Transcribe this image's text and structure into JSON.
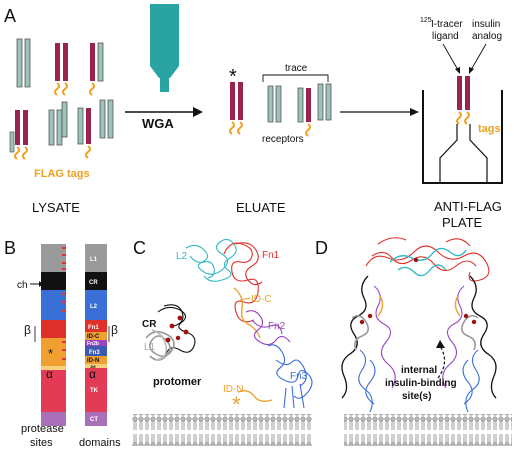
{
  "panels": {
    "a": {
      "letter": "A",
      "lysate_label": "LYSATE",
      "flag_tags_label": "FLAG tags",
      "wga_label": "WGA",
      "eluate_label": "ELUATE",
      "trace_label": "trace",
      "receptors_label": "receptors",
      "asterisk": "*",
      "tracer_label_line1": "125I-tracer",
      "tracer_label_line2": "ligand",
      "insulin_label_line1": "insulin",
      "insulin_label_line2": "analog",
      "tags_label": "tags",
      "plate_label_line1": "ANTI-FLAG",
      "plate_label_line2": "PLATE"
    },
    "b": {
      "letter": "B",
      "ch_label": "ch",
      "beta_left": "β",
      "beta_right": "β",
      "alpha_left": "α",
      "alpha_right": "α",
      "asterisk": "*",
      "domain_labels": [
        "L1",
        "CR",
        "L2",
        "Fn1",
        "ID-C",
        "Fn2b",
        "Fn3",
        "ID-N",
        "JM",
        "TK",
        "CT"
      ],
      "protease_sites_line1": "protease",
      "protease_sites_line2": "sites",
      "domains_label": "domains"
    },
    "c": {
      "letter": "C",
      "labels": [
        "L2",
        "Fn1",
        "CR",
        "ID-C",
        "Fn2",
        "L1",
        "Fn3",
        "ID-N"
      ],
      "asterisk": "*",
      "protomer_label": "protomer"
    },
    "d": {
      "letter": "D",
      "site_line1": "internal",
      "site_line2": "insulin-binding",
      "site_line3": "site(s)"
    }
  },
  "colors": {
    "receptor_teal": "#9fc2bb",
    "receptor_maroon": "#9a2350",
    "flag_orange": "#f0a020",
    "wga_teal": "#2aa3a3",
    "l1_gray": "#9a9a9a",
    "cr_black": "#111111",
    "l2_cyan": "#35b8c8",
    "fn1_blue": "#3b6fd8",
    "fn1_red": "#e0302a",
    "fn2_purple": "#9a45c0",
    "id_orange": "#f0a030",
    "tk_red": "#e33b55",
    "ct_purple": "#a96fb8"
  }
}
